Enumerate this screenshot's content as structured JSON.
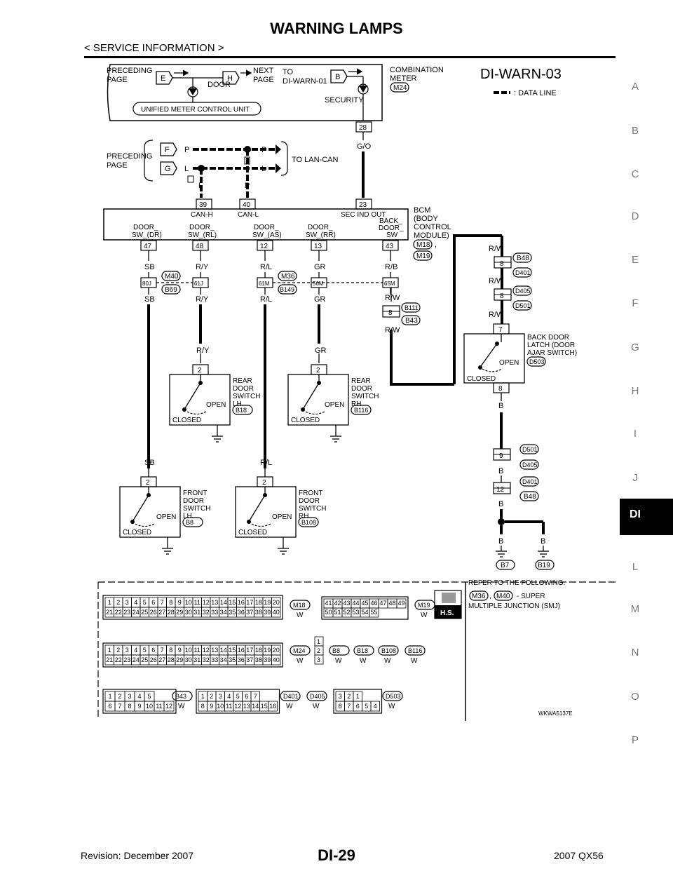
{
  "header": {
    "title": "WARNING LAMPS",
    "subtitle": "< SERVICE INFORMATION >"
  },
  "side_index": {
    "letters": [
      "A",
      "B",
      "C",
      "D",
      "E",
      "F",
      "G",
      "H",
      "I",
      "J",
      "DI",
      "L",
      "M",
      "N",
      "O",
      "P"
    ],
    "active": "DI"
  },
  "footer": {
    "revision": "Revision: December 2007",
    "page": "DI-29",
    "model": "2007 QX56"
  },
  "diagram": {
    "code": "DI-WARN-03",
    "legend": ": DATA LINE",
    "reference_code": "WKWA5137E",
    "top_box": {
      "preceding": [
        "PRECEDING",
        "PAGE"
      ],
      "next": [
        "NEXT",
        "PAGE"
      ],
      "to": [
        "TO",
        "DI-WARN-01"
      ],
      "door": "DOOR",
      "security": "SECURITY",
      "unified": "UNIFIED METER CONTROL UNIT",
      "combination": [
        "COMBINATION",
        "METER"
      ],
      "meter_conn": "M24",
      "pin": "28",
      "wire": "G/O",
      "conn_e": "E",
      "conn_h": "H",
      "conn_b": "B"
    },
    "lan": {
      "preceding": [
        "PRECEDING",
        "PAGE"
      ],
      "to": "TO LAN-CAN",
      "conn_f": "F",
      "conn_g": "G",
      "p": "P",
      "l": "L"
    },
    "bcm": {
      "title": [
        "BCM",
        "(BODY",
        "CONTROL",
        "MODULE)"
      ],
      "connectors": [
        "M18",
        "M19"
      ],
      "top_pins": [
        {
          "pin": "39",
          "label": "CAN-H",
          "wire": "L"
        },
        {
          "pin": "40",
          "label": "CAN-L",
          "wire": "P"
        },
        {
          "pin": "23",
          "label": "SEC IND OUT",
          "wire": ""
        }
      ],
      "bottom_pins": [
        {
          "pin": "47",
          "label": [
            "DOOR_",
            "SW_(DR)"
          ],
          "wire": "SB"
        },
        {
          "pin": "48",
          "label": [
            "DOOR_",
            "SW_(RL)"
          ],
          "wire": "R/Y"
        },
        {
          "pin": "12",
          "label": [
            "DOOR_",
            "SW_(AS)"
          ],
          "wire": "R/L"
        },
        {
          "pin": "13",
          "label": [
            "DOOR_",
            "SW_(RR)"
          ],
          "wire": "GR"
        },
        {
          "pin": "43",
          "label": [
            "BACK_",
            "DOOR_",
            "SW"
          ],
          "wire": "R/B"
        }
      ]
    },
    "smj": {
      "pins": [
        "80J",
        "61J",
        "61M",
        "56M",
        "65M"
      ],
      "conn_a": [
        "M40",
        "B69"
      ],
      "conn_b": [
        "M36",
        "B149"
      ]
    },
    "wires_below": [
      "SB",
      "R/Y",
      "R/L",
      "GR",
      "R/W"
    ],
    "rw_labels": [
      "R/W",
      "R/W",
      "R/W",
      "R/W",
      "R/W"
    ],
    "b43_block": {
      "pin": "8",
      "conns": [
        "B111",
        "B43"
      ]
    },
    "right_chain": {
      "pin8a": "8",
      "conns_a": [
        "B48",
        "D401"
      ],
      "pin8b": "8",
      "conns_b": [
        "D405",
        "D501"
      ],
      "latch_pin_top": "7",
      "latch_pin_bottom": "8",
      "latch_name": [
        "BACK DOOR",
        "LATCH (DOOR",
        "AJAR SWITCH)"
      ],
      "latch_conn": "D503",
      "pin9": "9",
      "conns_9": [
        "D501",
        "D405"
      ],
      "pin12": "12",
      "conns_12": [
        "D401",
        "B48"
      ],
      "wire_b": "B",
      "grounds": [
        "B7",
        "B19"
      ]
    },
    "switches": {
      "rear_lh": {
        "pin": "2",
        "name": [
          "REAR",
          "DOOR",
          "SWITCH",
          "LH"
        ],
        "conn": "B18",
        "wire_top": "R/Y"
      },
      "rear_rh": {
        "pin": "2",
        "name": [
          "REAR",
          "DOOR",
          "SWITCH",
          "RH"
        ],
        "conn": "B116",
        "wire_top": "GR"
      },
      "front_lh": {
        "pin": "2",
        "name": [
          "FRONT",
          "DOOR",
          "SWITCH",
          "LH"
        ],
        "conn": "B8",
        "wire_top": "SB"
      },
      "front_rh": {
        "pin": "2",
        "name": [
          "FRONT",
          "DOOR",
          "SWITCH",
          "RH"
        ],
        "conn": "B108",
        "wire_top": "R/L"
      },
      "open": "OPEN",
      "closed": "CLOSED"
    },
    "connectors_panel": {
      "refer": [
        "REFER TO THE FOLLOWING.",
        "- SUPER",
        "MULTIPLE JUNCTION (SMJ)"
      ],
      "refer_conns": [
        "M36",
        "M40"
      ],
      "m18": {
        "code": "M18",
        "color": "W",
        "row1": [
          "1",
          "2",
          "3",
          "4",
          "5",
          "6",
          "7",
          "8",
          "9",
          "10",
          "11",
          "12",
          "13",
          "14",
          "15",
          "16",
          "17",
          "18",
          "19",
          "20"
        ],
        "row2": [
          "21",
          "22",
          "23",
          "24",
          "25",
          "26",
          "27",
          "28",
          "29",
          "30",
          "31",
          "32",
          "33",
          "34",
          "35",
          "36",
          "37",
          "38",
          "39",
          "40"
        ]
      },
      "m19": {
        "code": "M19",
        "color": "W",
        "row1": [
          "41",
          "42",
          "43",
          "44",
          "45",
          "46",
          "47",
          "48",
          "49"
        ],
        "row2": [
          "50",
          "51",
          "52",
          "53",
          "54",
          "55"
        ]
      },
      "m24": {
        "code": "M24",
        "color": "W"
      },
      "col3": [
        "1",
        "2",
        "3"
      ],
      "small_conns": [
        {
          "code": "B8",
          "color": "W"
        },
        {
          "code": "B18",
          "color": "W"
        },
        {
          "code": "B108",
          "color": "W"
        },
        {
          "code": "B116",
          "color": "W"
        }
      ],
      "b43": {
        "code": "B43",
        "color": "W",
        "row1": [
          "1",
          "2",
          "3",
          "4",
          "5"
        ],
        "row2": [
          "6",
          "7",
          "8",
          "9",
          "10",
          "11",
          "12"
        ]
      },
      "d401": {
        "codes": [
          "D401",
          "D405"
        ],
        "color": "W",
        "row1": [
          "1",
          "2",
          "3",
          "4",
          "5",
          "6",
          "7"
        ],
        "row2": [
          "8",
          "9",
          "10",
          "11",
          "12",
          "13",
          "14",
          "15",
          "16"
        ]
      },
      "d503": {
        "code": "D503",
        "color": "W",
        "row1": [
          "3",
          "2",
          "1"
        ],
        "row2": [
          "8",
          "7",
          "6",
          "5",
          "4"
        ]
      },
      "hs_badge": "H.S."
    }
  }
}
